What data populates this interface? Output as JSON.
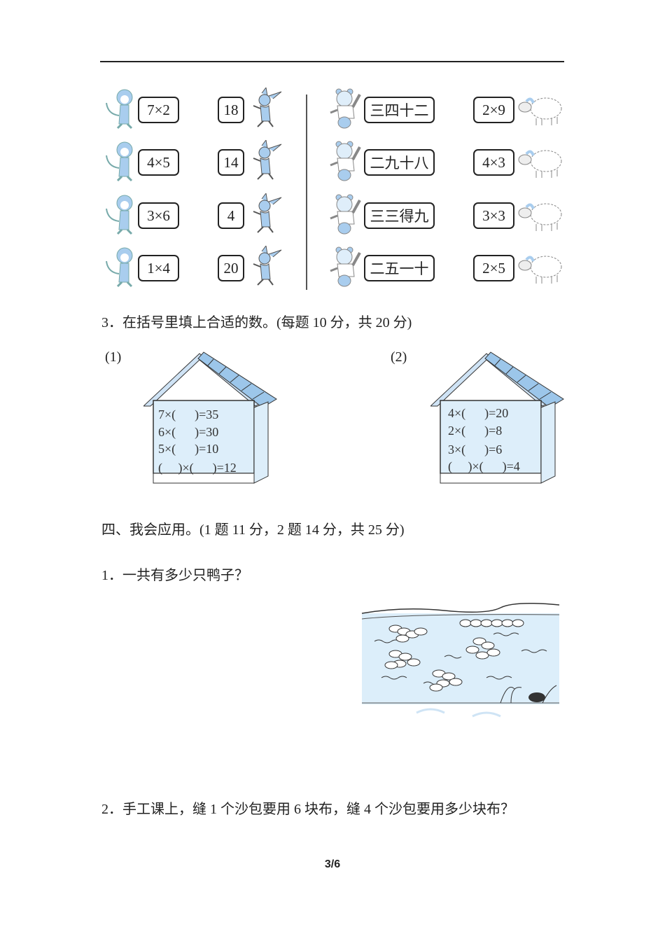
{
  "matching": {
    "rows": [
      {
        "monkey": "7×2",
        "rabbit": "18",
        "bear": "三四十二",
        "sheep": "2×9"
      },
      {
        "monkey": "4×5",
        "rabbit": "14",
        "bear": "二九十八",
        "sheep": "4×3"
      },
      {
        "monkey": "3×6",
        "rabbit": "4",
        "bear": "三三得九",
        "sheep": "3×3"
      },
      {
        "monkey": "1×4",
        "rabbit": "20",
        "bear": "二五一十",
        "sheep": "2×5"
      }
    ]
  },
  "q3": {
    "title": "3．在括号里填上合适的数。(每题 10 分，共 20 分)",
    "parts": [
      {
        "label": "(1)",
        "equations": [
          "7×(      )=35",
          "6×(      )=30",
          "5×(      )=10",
          "(     )×(      )=12"
        ]
      },
      {
        "label": "(2)",
        "equations": [
          "4×(      )=20",
          "2×(      )=8",
          "3×(      )=6",
          "(     )×(      )=4"
        ]
      }
    ]
  },
  "section4": {
    "title": "四、我会应用。(1 题 11 分，2 题 14 分，共 25 分)",
    "q1": "1．一共有多少只鸭子？",
    "q2": "2．手工课上，缝 1 个沙包要用 6 块布，缝 4 个沙包要用多少块布？"
  },
  "footer": {
    "page": "3/6"
  },
  "colors": {
    "figure_blue": "#a9cdee",
    "wall_blue": "#ddeefa"
  }
}
